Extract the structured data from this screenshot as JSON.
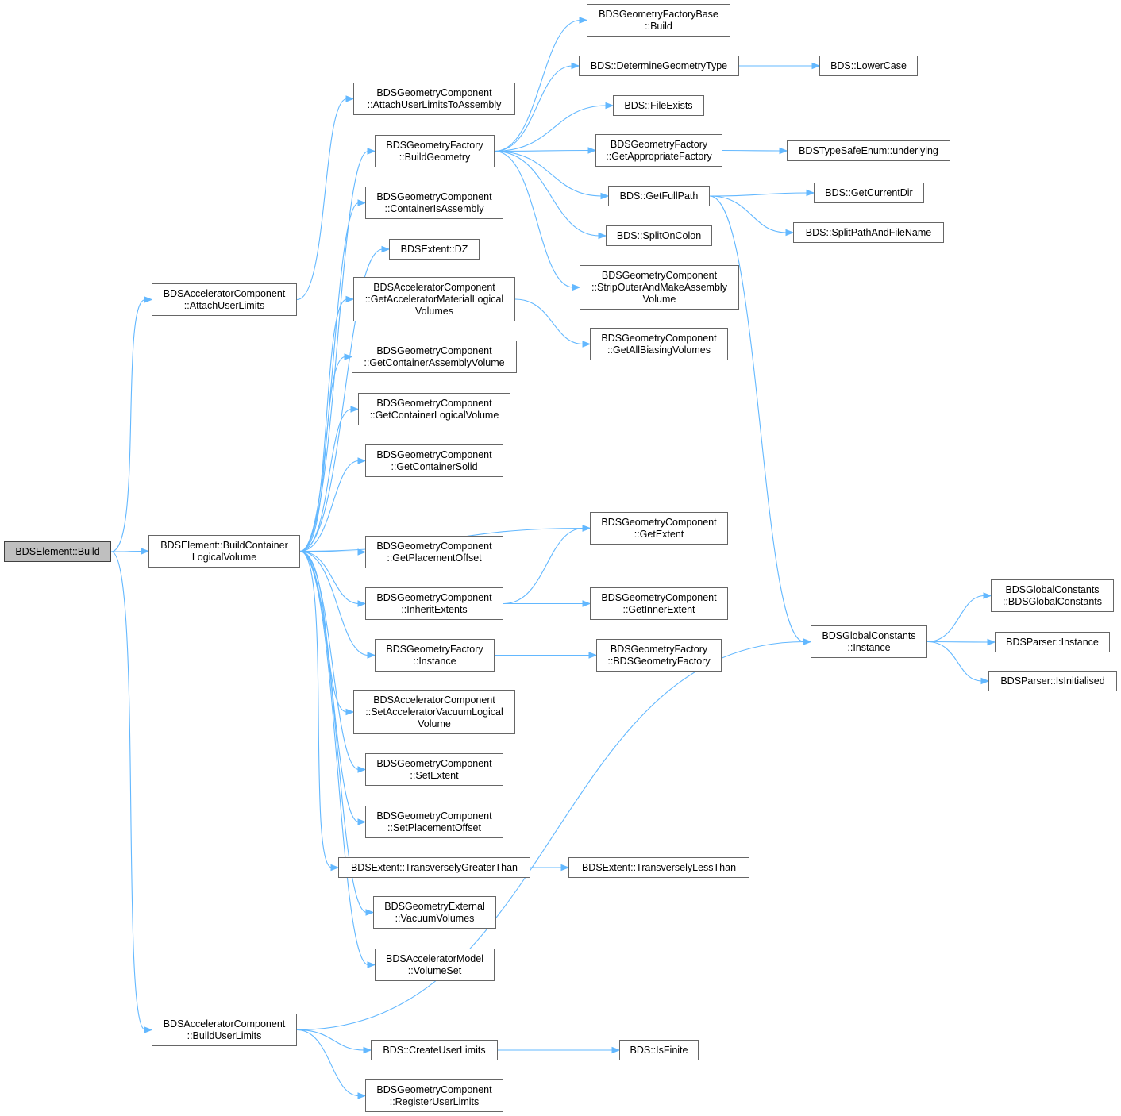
{
  "nodes": {
    "n0": {
      "lines": [
        "BDSElement::Build"
      ],
      "current": true
    },
    "n1": {
      "lines": [
        "BDSAcceleratorComponent",
        "::AttachUserLimits"
      ]
    },
    "n2": {
      "lines": [
        "BDSElement::BuildContainer",
        "LogicalVolume"
      ]
    },
    "n3": {
      "lines": [
        "BDSAcceleratorComponent",
        "::BuildUserLimits"
      ]
    },
    "n4": {
      "lines": [
        "BDSGeometryComponent",
        "::AttachUserLimitsToAssembly"
      ]
    },
    "n5": {
      "lines": [
        "BDSGeometryFactory",
        "::BuildGeometry"
      ]
    },
    "n6": {
      "lines": [
        "BDSGeometryComponent",
        "::ContainerIsAssembly"
      ]
    },
    "n7": {
      "lines": [
        "BDSExtent::DZ"
      ]
    },
    "n8": {
      "lines": [
        "BDSAcceleratorComponent",
        "::GetAcceleratorMaterialLogical",
        "Volumes"
      ]
    },
    "n9": {
      "lines": [
        "BDSGeometryComponent",
        "::GetContainerAssemblyVolume"
      ]
    },
    "n10": {
      "lines": [
        "BDSGeometryComponent",
        "::GetContainerLogicalVolume"
      ]
    },
    "n11": {
      "lines": [
        "BDSGeometryComponent",
        "::GetContainerSolid"
      ]
    },
    "n12": {
      "lines": [
        "BDSGeometryComponent",
        "::GetPlacementOffset"
      ]
    },
    "n13": {
      "lines": [
        "BDSGeometryComponent",
        "::InheritExtents"
      ]
    },
    "n14": {
      "lines": [
        "BDSGeometryFactory",
        "::Instance"
      ]
    },
    "n15": {
      "lines": [
        "BDSAcceleratorComponent",
        "::SetAcceleratorVacuumLogical",
        "Volume"
      ]
    },
    "n16": {
      "lines": [
        "BDSGeometryComponent",
        "::SetExtent"
      ]
    },
    "n17": {
      "lines": [
        "BDSGeometryComponent",
        "::SetPlacementOffset"
      ]
    },
    "n18": {
      "lines": [
        "BDSExtent::TransverselyGreaterThan"
      ]
    },
    "n19": {
      "lines": [
        "BDSGeometryExternal",
        "::VacuumVolumes"
      ]
    },
    "n20": {
      "lines": [
        "BDSAcceleratorModel",
        "::VolumeSet"
      ]
    },
    "n21": {
      "lines": [
        "BDS::CreateUserLimits"
      ]
    },
    "n22": {
      "lines": [
        "BDSGeometryComponent",
        "::RegisterUserLimits"
      ]
    },
    "n23": {
      "lines": [
        "BDSGeometryFactoryBase",
        "::Build"
      ]
    },
    "n24": {
      "lines": [
        "BDS::DetermineGeometryType"
      ]
    },
    "n25": {
      "lines": [
        "BDS::FileExists"
      ]
    },
    "n26": {
      "lines": [
        "BDSGeometryFactory",
        "::GetAppropriateFactory"
      ]
    },
    "n27": {
      "lines": [
        "BDS::GetFullPath"
      ]
    },
    "n28": {
      "lines": [
        "BDS::SplitOnColon"
      ]
    },
    "n29": {
      "lines": [
        "BDSGeometryComponent",
        "::StripOuterAndMakeAssembly",
        "Volume"
      ]
    },
    "n30": {
      "lines": [
        "BDSGeometryComponent",
        "::GetAllBiasingVolumes"
      ]
    },
    "n31": {
      "lines": [
        "BDSGeometryComponent",
        "::GetExtent"
      ]
    },
    "n32": {
      "lines": [
        "BDSGeometryComponent",
        "::GetInnerExtent"
      ]
    },
    "n33": {
      "lines": [
        "BDSGeometryFactory",
        "::BDSGeometryFactory"
      ]
    },
    "n34": {
      "lines": [
        "BDSExtent::TransverselyLessThan"
      ]
    },
    "n35": {
      "lines": [
        "BDS::IsFinite"
      ]
    },
    "n36": {
      "lines": [
        "BDS::LowerCase"
      ]
    },
    "n37": {
      "lines": [
        "BDSTypeSafeEnum::underlying"
      ]
    },
    "n38": {
      "lines": [
        "BDS::GetCurrentDir"
      ]
    },
    "n39": {
      "lines": [
        "BDS::SplitPathAndFileName"
      ]
    },
    "n40": {
      "lines": [
        "BDSGlobalConstants",
        "::Instance"
      ]
    },
    "n41": {
      "lines": [
        "BDSGlobalConstants",
        "::BDSGlobalConstants"
      ]
    },
    "n42": {
      "lines": [
        "BDSParser::Instance"
      ]
    },
    "n43": {
      "lines": [
        "BDSParser::IsInitialised"
      ]
    }
  },
  "edges": [
    [
      "n0",
      "n1"
    ],
    [
      "n0",
      "n2"
    ],
    [
      "n0",
      "n3"
    ],
    [
      "n1",
      "n4"
    ],
    [
      "n2",
      "n5"
    ],
    [
      "n2",
      "n6"
    ],
    [
      "n2",
      "n7"
    ],
    [
      "n2",
      "n8"
    ],
    [
      "n2",
      "n9"
    ],
    [
      "n2",
      "n10"
    ],
    [
      "n2",
      "n11"
    ],
    [
      "n2",
      "n31"
    ],
    [
      "n2",
      "n12"
    ],
    [
      "n2",
      "n13"
    ],
    [
      "n2",
      "n14"
    ],
    [
      "n2",
      "n15"
    ],
    [
      "n2",
      "n16"
    ],
    [
      "n2",
      "n17"
    ],
    [
      "n2",
      "n18"
    ],
    [
      "n2",
      "n19"
    ],
    [
      "n2",
      "n20"
    ],
    [
      "n3",
      "n40"
    ],
    [
      "n3",
      "n21"
    ],
    [
      "n3",
      "n22"
    ],
    [
      "n5",
      "n23"
    ],
    [
      "n5",
      "n24"
    ],
    [
      "n5",
      "n25"
    ],
    [
      "n5",
      "n26"
    ],
    [
      "n5",
      "n27"
    ],
    [
      "n5",
      "n28"
    ],
    [
      "n5",
      "n29"
    ],
    [
      "n8",
      "n30"
    ],
    [
      "n13",
      "n31"
    ],
    [
      "n13",
      "n32"
    ],
    [
      "n14",
      "n33"
    ],
    [
      "n18",
      "n34"
    ],
    [
      "n21",
      "n35"
    ],
    [
      "n24",
      "n36"
    ],
    [
      "n26",
      "n37"
    ],
    [
      "n27",
      "n38"
    ],
    [
      "n27",
      "n39"
    ],
    [
      "n27",
      "n40"
    ],
    [
      "n40",
      "n41"
    ],
    [
      "n40",
      "n42"
    ],
    [
      "n40",
      "n43"
    ]
  ],
  "colors": {
    "edge": "#63b8ff",
    "node_border": "#666666",
    "current_node_fill": "#bfbfbf"
  }
}
